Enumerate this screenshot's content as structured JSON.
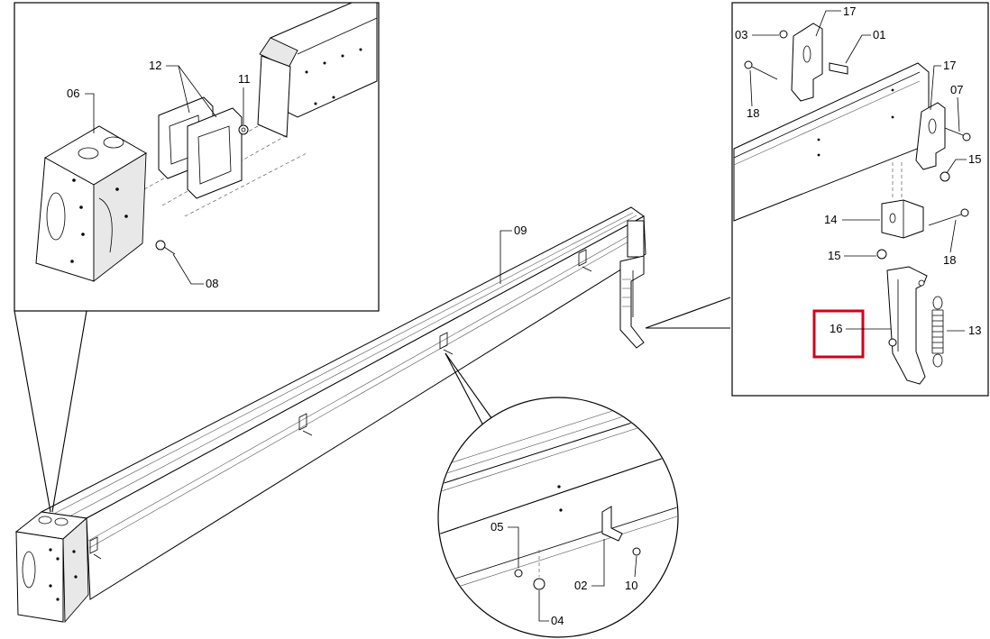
{
  "callouts": {
    "c01": "01",
    "c02": "02",
    "c03": "03",
    "c04": "04",
    "c05": "05",
    "c06": "06",
    "c07": "07",
    "c08": "08",
    "c09": "09",
    "c10": "10",
    "c11": "11",
    "c12": "12",
    "c13": "13",
    "c14": "14",
    "c15a": "15",
    "c15b": "15",
    "c16": "16",
    "c17a": "17",
    "c17b": "17",
    "c18a": "18",
    "c18b": "18"
  },
  "highlight": {
    "part": "16",
    "color": "#d0021b"
  }
}
